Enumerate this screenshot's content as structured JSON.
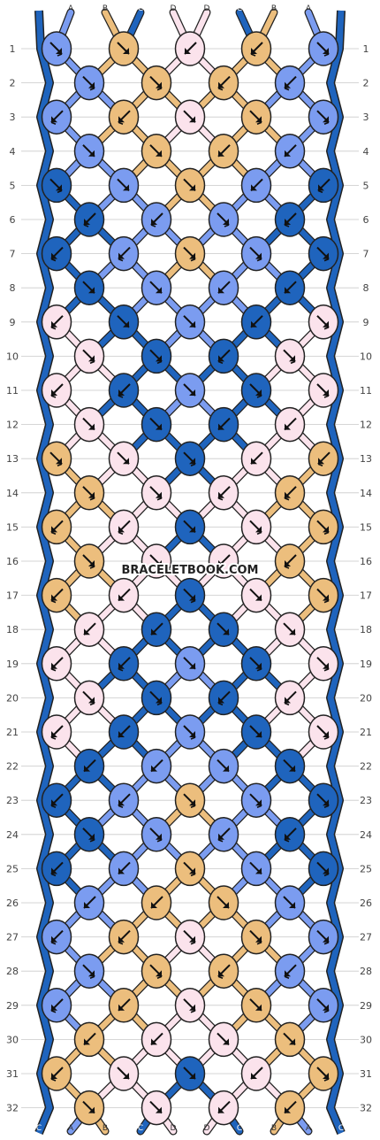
{
  "watermark": "BRACELETBOOK.COM",
  "colors": {
    "A": "#7b9cf0",
    "B": "#ecbe7d",
    "C": "#1f64bd",
    "D": "#fbe3ec",
    "outline": "#222222",
    "guide": "#c9c9c9"
  },
  "strand_labels": [
    "C",
    "A",
    "B",
    "C",
    "D",
    "D",
    "C",
    "B",
    "A",
    "C"
  ],
  "row_numbers": [
    "1",
    "2",
    "3",
    "4",
    "5",
    "6",
    "7",
    "8",
    "9",
    "10",
    "11",
    "12",
    "13",
    "14",
    "15",
    "16",
    "17",
    "18",
    "19",
    "20",
    "21",
    "22",
    "23",
    "24",
    "25",
    "26",
    "27",
    "28",
    "29",
    "30",
    "31",
    "32"
  ],
  "knot_rows": [
    {
      "row": "1",
      "knots": [
        [
          "A",
          "fb"
        ],
        [
          "B",
          "f"
        ],
        [
          "D",
          "b"
        ],
        [
          "B",
          "bf"
        ],
        [
          "A",
          "fb"
        ]
      ]
    },
    {
      "row": "2",
      "knots": [
        [
          "A",
          "fb"
        ],
        [
          "B",
          "fb"
        ],
        [
          "B",
          "bf"
        ],
        [
          "A",
          "bf"
        ]
      ]
    },
    {
      "row": "3",
      "knots": [
        [
          "A",
          "bf"
        ],
        [
          "B",
          "bf"
        ],
        [
          "D",
          "f"
        ],
        [
          "B",
          "fb"
        ],
        [
          "A",
          "fb"
        ]
      ]
    },
    {
      "row": "4",
      "knots": [
        [
          "A",
          "f"
        ],
        [
          "B",
          "f"
        ],
        [
          "B",
          "b"
        ],
        [
          "A",
          "b"
        ]
      ]
    },
    {
      "row": "5",
      "knots": [
        [
          "C",
          "fb"
        ],
        [
          "A",
          "f"
        ],
        [
          "B",
          "f"
        ],
        [
          "A",
          "b"
        ],
        [
          "C",
          "bf"
        ]
      ]
    },
    {
      "row": "6",
      "knots": [
        [
          "C",
          "bf"
        ],
        [
          "A",
          "bf"
        ],
        [
          "A",
          "fb"
        ],
        [
          "C",
          "bf"
        ]
      ]
    },
    {
      "row": "7",
      "knots": [
        [
          "C",
          "bf"
        ],
        [
          "A",
          "bf"
        ],
        [
          "B",
          "fb"
        ],
        [
          "A",
          "fb"
        ],
        [
          "C",
          "fb"
        ]
      ]
    },
    {
      "row": "8",
      "knots": [
        [
          "C",
          "f"
        ],
        [
          "A",
          "f"
        ],
        [
          "A",
          "b"
        ],
        [
          "C",
          "b"
        ]
      ]
    },
    {
      "row": "9",
      "knots": [
        [
          "D",
          "bf"
        ],
        [
          "C",
          "f"
        ],
        [
          "A",
          "f"
        ],
        [
          "C",
          "b"
        ],
        [
          "D",
          "fb"
        ]
      ]
    },
    {
      "row": "10",
      "knots": [
        [
          "D",
          "fb"
        ],
        [
          "C",
          "fb"
        ],
        [
          "C",
          "bf"
        ],
        [
          "D",
          "fb"
        ]
      ]
    },
    {
      "row": "11",
      "knots": [
        [
          "D",
          "bf"
        ],
        [
          "C",
          "bf"
        ],
        [
          "A",
          "f"
        ],
        [
          "C",
          "fb"
        ],
        [
          "D",
          "fb"
        ]
      ]
    },
    {
      "row": "12",
      "knots": [
        [
          "D",
          "f"
        ],
        [
          "C",
          "f"
        ],
        [
          "C",
          "b"
        ],
        [
          "D",
          "b"
        ]
      ]
    },
    {
      "row": "13",
      "knots": [
        [
          "B",
          "fb"
        ],
        [
          "D",
          "f"
        ],
        [
          "C",
          "fb"
        ],
        [
          "D",
          "b"
        ],
        [
          "B",
          "bf"
        ]
      ]
    },
    {
      "row": "14",
      "knots": [
        [
          "B",
          "fb"
        ],
        [
          "D",
          "fb"
        ],
        [
          "D",
          "bf"
        ],
        [
          "B",
          "bf"
        ]
      ]
    },
    {
      "row": "15",
      "knots": [
        [
          "B",
          "bf"
        ],
        [
          "D",
          "bf"
        ],
        [
          "C",
          "f"
        ],
        [
          "D",
          "fb"
        ],
        [
          "B",
          "fb"
        ]
      ]
    },
    {
      "row": "16",
      "knots": [
        [
          "B",
          "fb"
        ],
        [
          "D",
          "fb"
        ],
        [
          "D",
          "bf"
        ],
        [
          "B",
          "bf"
        ]
      ]
    },
    {
      "row": "17",
      "knots": [
        [
          "B",
          "bf"
        ],
        [
          "D",
          "b"
        ],
        [
          "C",
          "fb"
        ],
        [
          "D",
          "f"
        ],
        [
          "B",
          "fb"
        ]
      ]
    },
    {
      "row": "18",
      "knots": [
        [
          "D",
          "b"
        ],
        [
          "C",
          "b"
        ],
        [
          "C",
          "f"
        ],
        [
          "D",
          "f"
        ]
      ]
    },
    {
      "row": "19",
      "knots": [
        [
          "D",
          "bf"
        ],
        [
          "C",
          "bf"
        ],
        [
          "A",
          "f"
        ],
        [
          "C",
          "fb"
        ],
        [
          "D",
          "fb"
        ]
      ]
    },
    {
      "row": "20",
      "knots": [
        [
          "D",
          "fb"
        ],
        [
          "C",
          "fb"
        ],
        [
          "C",
          "bf"
        ],
        [
          "D",
          "bf"
        ]
      ]
    },
    {
      "row": "21",
      "knots": [
        [
          "D",
          "bf"
        ],
        [
          "C",
          "b"
        ],
        [
          "A",
          "fb"
        ],
        [
          "C",
          "f"
        ],
        [
          "D",
          "fb"
        ]
      ]
    },
    {
      "row": "22",
      "knots": [
        [
          "C",
          "b"
        ],
        [
          "A",
          "b"
        ],
        [
          "A",
          "f"
        ],
        [
          "C",
          "f"
        ]
      ]
    },
    {
      "row": "23",
      "knots": [
        [
          "C",
          "bf"
        ],
        [
          "A",
          "bf"
        ],
        [
          "B",
          "fb"
        ],
        [
          "A",
          "fb"
        ],
        [
          "C",
          "fb"
        ]
      ]
    },
    {
      "row": "24",
      "knots": [
        [
          "C",
          "fb"
        ],
        [
          "A",
          "fb"
        ],
        [
          "A",
          "bf"
        ],
        [
          "C",
          "bf"
        ]
      ]
    },
    {
      "row": "25",
      "knots": [
        [
          "C",
          "bf"
        ],
        [
          "A",
          "b"
        ],
        [
          "B",
          "fb"
        ],
        [
          "A",
          "f"
        ],
        [
          "C",
          "fb"
        ]
      ]
    },
    {
      "row": "26",
      "knots": [
        [
          "A",
          "b"
        ],
        [
          "B",
          "b"
        ],
        [
          "B",
          "f"
        ],
        [
          "A",
          "f"
        ]
      ]
    },
    {
      "row": "27",
      "knots": [
        [
          "A",
          "bf"
        ],
        [
          "B",
          "bf"
        ],
        [
          "D",
          "fb"
        ],
        [
          "B",
          "fb"
        ],
        [
          "A",
          "fb"
        ]
      ]
    },
    {
      "row": "28",
      "knots": [
        [
          "A",
          "fb"
        ],
        [
          "B",
          "fb"
        ],
        [
          "B",
          "bf"
        ],
        [
          "A",
          "bf"
        ]
      ]
    },
    {
      "row": "29",
      "knots": [
        [
          "A",
          "bf"
        ],
        [
          "B",
          "b"
        ],
        [
          "D",
          "fb"
        ],
        [
          "B",
          "f"
        ],
        [
          "A",
          "fb"
        ]
      ]
    },
    {
      "row": "30",
      "knots": [
        [
          "B",
          "b"
        ],
        [
          "D",
          "b"
        ],
        [
          "D",
          "f"
        ],
        [
          "B",
          "f"
        ]
      ]
    },
    {
      "row": "31",
      "knots": [
        [
          "B",
          "bf"
        ],
        [
          "D",
          "f"
        ],
        [
          "C",
          "f"
        ],
        [
          "D",
          "b"
        ],
        [
          "B",
          "fb"
        ]
      ]
    },
    {
      "row": "32",
      "knots": [
        [
          "B",
          "f"
        ],
        [
          "D",
          "f"
        ],
        [
          "D",
          "b"
        ],
        [
          "B",
          "b"
        ]
      ]
    }
  ]
}
